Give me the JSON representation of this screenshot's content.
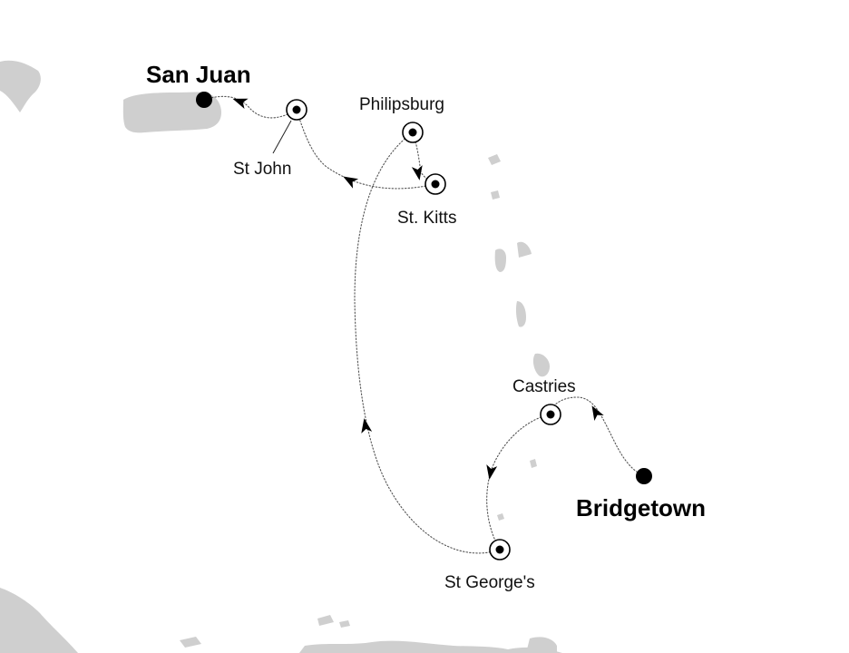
{
  "map": {
    "start_port": "Bridgetown",
    "end_port": "San Juan",
    "ports": [
      {
        "id": "castries",
        "name": "Castries"
      },
      {
        "id": "st-georges",
        "name": "St George's"
      },
      {
        "id": "philipsburg",
        "name": "Philipsburg"
      },
      {
        "id": "st-kitts",
        "name": "St. Kitts"
      },
      {
        "id": "st-john",
        "name": "St John"
      }
    ],
    "colors": {
      "land": "#cfcfcf",
      "route": "#555555",
      "marker": "#000000",
      "background": "#ffffff"
    }
  }
}
